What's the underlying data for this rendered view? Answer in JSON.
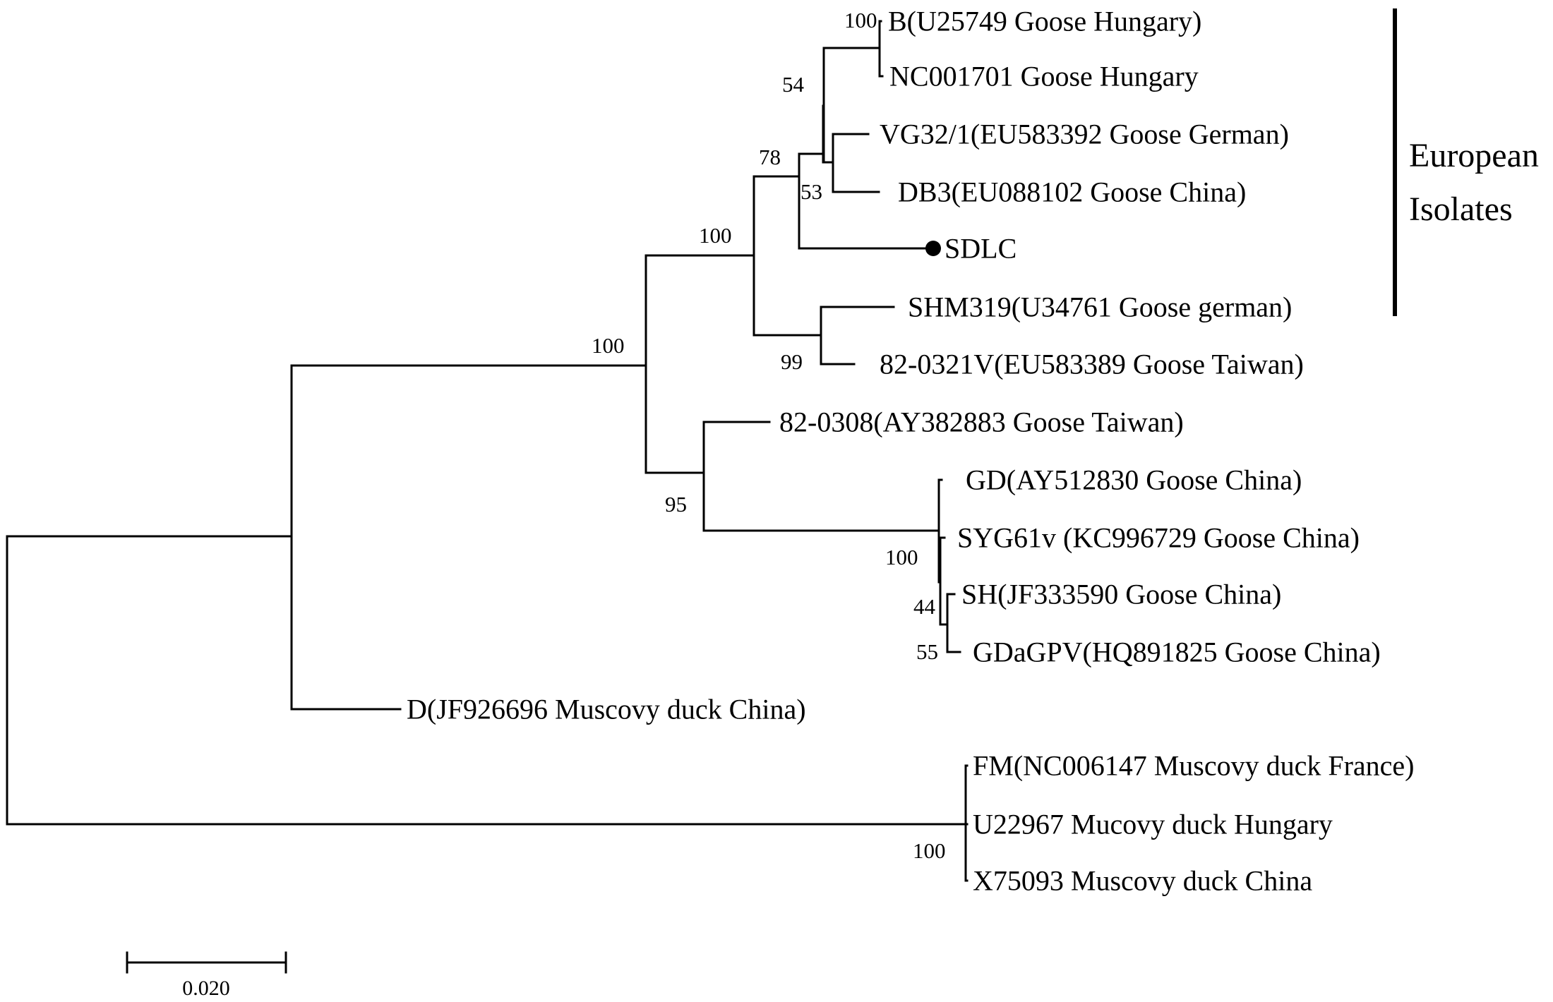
{
  "taxa": [
    {
      "label": "B(U25749 Goose Hungary)"
    },
    {
      "label": "NC001701 Goose Hungary"
    },
    {
      "label": "VG32/1(EU583392 Goose German)"
    },
    {
      "label": "DB3(EU088102 Goose China)"
    },
    {
      "label": "SDLC",
      "marker": "filled-circle"
    },
    {
      "label": "SHM319(U34761 Goose german)"
    },
    {
      "label": "82-0321V(EU583389 Goose Taiwan)"
    },
    {
      "label": "82-0308(AY382883 Goose Taiwan)"
    },
    {
      "label": "GD(AY512830 Goose China)"
    },
    {
      "label": "SYG61v (KC996729 Goose China)"
    },
    {
      "label": "SH(JF333590 Goose China)"
    },
    {
      "label": "GDaGPV(HQ891825 Goose China)"
    },
    {
      "label": "D(JF926696 Muscovy duck China)"
    },
    {
      "label": "FM(NC006147 Muscovy duck France)"
    },
    {
      "label": "U22967 Mucovy duck Hungary"
    },
    {
      "label": "X75093 Muscovy duck China"
    }
  ],
  "bootstrap": [
    "100",
    "54",
    "78",
    "53",
    "100",
    "99",
    "100",
    "95",
    "100",
    "44",
    "55",
    "100"
  ],
  "group": {
    "line1": "European",
    "line2": "Isolates"
  },
  "scale_bar": {
    "label": "0.020",
    "value": 0.02
  },
  "colors": {
    "line": "#000000",
    "text": "#000000",
    "background": "#ffffff"
  }
}
